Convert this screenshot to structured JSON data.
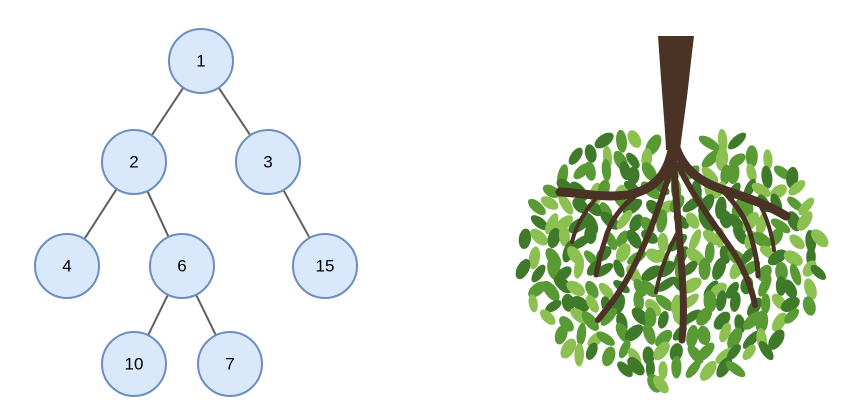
{
  "diagram": {
    "type": "binary-tree",
    "nodes": [
      {
        "id": "n1",
        "label": "1"
      },
      {
        "id": "n2",
        "label": "2"
      },
      {
        "id": "n3",
        "label": "3"
      },
      {
        "id": "n4",
        "label": "4"
      },
      {
        "id": "n6",
        "label": "6"
      },
      {
        "id": "n15",
        "label": "15"
      },
      {
        "id": "n10",
        "label": "10"
      },
      {
        "id": "n7",
        "label": "7"
      }
    ],
    "edges": [
      {
        "from": "n1",
        "to": "n2"
      },
      {
        "from": "n1",
        "to": "n3"
      },
      {
        "from": "n2",
        "to": "n4"
      },
      {
        "from": "n2",
        "to": "n6"
      },
      {
        "from": "n3",
        "to": "n15"
      },
      {
        "from": "n6",
        "to": "n10"
      },
      {
        "from": "n6",
        "to": "n7"
      }
    ],
    "colors": {
      "node_fill": "#dae8fc",
      "node_stroke": "#6c8ebf",
      "edge": "#5f5f5f"
    }
  },
  "illustration": {
    "subject": "upside-down-tree-icon",
    "colors": {
      "trunk": "#4a3224",
      "leaf_dark": "#3f7a2a",
      "leaf_mid": "#5a9a35",
      "leaf_light": "#8cc152"
    }
  }
}
